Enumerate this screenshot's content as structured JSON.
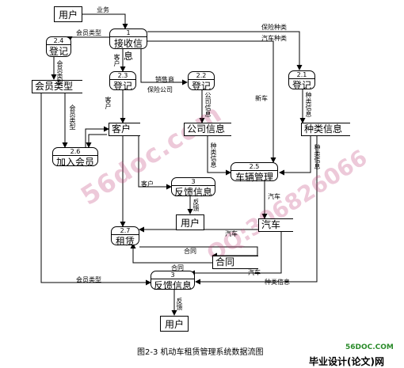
{
  "entities": {
    "user_top": "用户",
    "user_mid": "用户",
    "user_bottom": "用户"
  },
  "processes": {
    "p1": {
      "id": "1",
      "name": "接收信息"
    },
    "p24": {
      "id": "2.4",
      "name": "登记"
    },
    "p23": {
      "id": "2.3",
      "name": "登记"
    },
    "p22": {
      "id": "2.2",
      "name": "登记"
    },
    "p21": {
      "id": "2.1",
      "name": "登记"
    },
    "p26": {
      "id": "2.6",
      "name": "加入会员"
    },
    "p25": {
      "id": "2.5",
      "name": "车辆管理"
    },
    "p3a": {
      "id": "3",
      "name": "反馈信息"
    },
    "p27": {
      "id": "2.7",
      "name": "租赁"
    },
    "p3b": {
      "id": "3",
      "name": "反馈信息"
    }
  },
  "stores": {
    "member_type": "会员类型",
    "customer": "客户",
    "company_info": "公司信息",
    "category_info": "种类信息",
    "car": "汽车",
    "contract": "合同"
  },
  "flows": {
    "business": "业务",
    "member_type_a": "会员类型",
    "insurance_type": "保险种类",
    "car_type": "汽车种类",
    "member_type_b": "会员类型",
    "customer_a": "客户",
    "dealer": "销售商",
    "insurance_co": "保险公司",
    "member_type_c": "会员类型",
    "customer_b": "客户",
    "company_info_a": "公司信息",
    "new_car": "新车",
    "category_info_a": "种类信息",
    "category_info_b": "种类信息",
    "category_info_c": "种类信息",
    "customer_c": "客户",
    "feedback_a": "反馈",
    "car_a": "汽车",
    "car_b": "汽车",
    "contract_a": "合同",
    "contract_b": "合同",
    "car_c": "汽车",
    "member_type_d": "会员类型",
    "category_info_d": "种类信息",
    "feedback_b": "反馈"
  },
  "caption": "图2-3  机动车租赁管理系统数据流图",
  "brand": "毕业设计(论文)网",
  "brand_url": "56DOC.COM",
  "watermark": {
    "site": "56doc.com",
    "qq": "QQ:306826066"
  }
}
